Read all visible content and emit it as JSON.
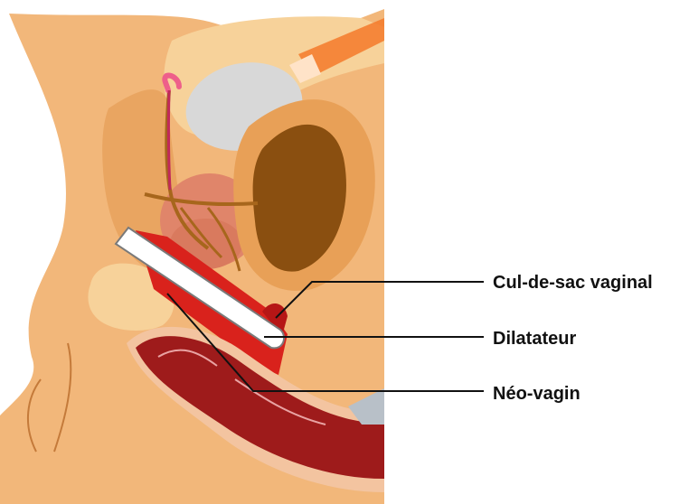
{
  "labels": {
    "cul_de_sac": "Cul-de-sac vaginal",
    "dilatateur": "Dilatateur",
    "neo_vagin": "Néo-vagin"
  },
  "colors": {
    "skin": "#f2b77a",
    "skin_light": "#f7d29a",
    "bone": "#e9a561",
    "muscle": "#f4c98d",
    "organ": "#e0856a",
    "rectum_inner": "#8a4f10",
    "rectum_outer": "#e8a057",
    "bowel": "#9e1b1b",
    "vaginal_red": "#d9221c",
    "nerve": "#a7661c",
    "bladder": "#d8d8d8",
    "dilator": "#ffffff",
    "leader_line": "#111111"
  }
}
